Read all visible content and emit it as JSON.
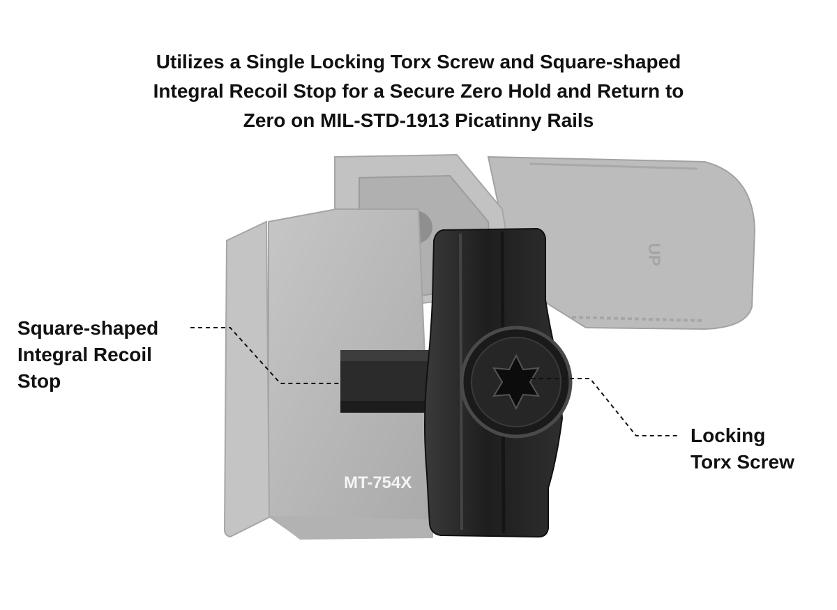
{
  "headline": {
    "lines": [
      "Utilizes a Single Locking Torx Screw and Square-shaped",
      "Integral Recoil Stop for a Secure Zero Hold and Return to",
      "Zero on MIL-STD-1913 Picatinny Rails"
    ]
  },
  "callouts": {
    "recoil_stop": {
      "lines": [
        "Square-shaped",
        "Integral Recoil",
        "Stop"
      ]
    },
    "torx_screw": {
      "lines": [
        "Locking",
        "Torx Screw"
      ]
    }
  },
  "product": {
    "model_marking": "MT-754X",
    "body_marking": "UP"
  },
  "colors": {
    "background": "#ffffff",
    "mount_body": "#b8b8b8",
    "clamp": "#2a2a2a",
    "text": "#111111"
  }
}
